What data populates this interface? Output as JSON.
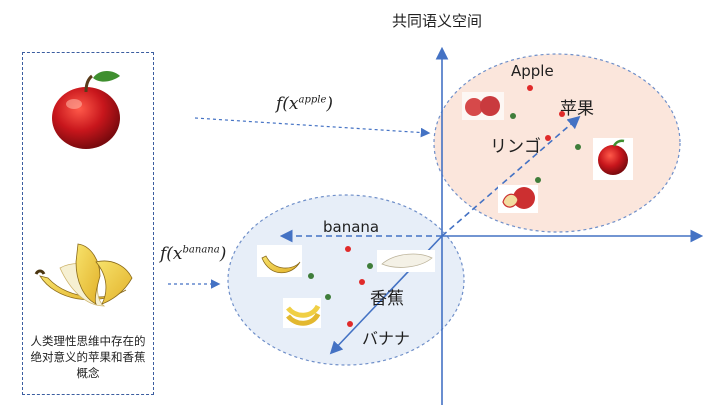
{
  "title": "共同语义空间",
  "concept_text": "人类理性思维中存在的绝对意义的苹果和香蕉概念",
  "mapping": {
    "apple_fn_prefix": "f(x",
    "apple_fn_sup": "apple",
    "apple_fn_suffix": ")",
    "banana_fn_prefix": "f(x",
    "banana_fn_sup": "banana",
    "banana_fn_suffix": ")"
  },
  "apple_cluster": {
    "label_en": "Apple",
    "label_zh": "苹果",
    "label_ja": "リンゴ",
    "fill": "#fbe6dc"
  },
  "banana_cluster": {
    "label_en": "banana",
    "label_zh": "香蕉",
    "label_ja": "バナナ",
    "fill": "#e7eef8"
  },
  "colors": {
    "axis": "#4472c4",
    "red_dot": "#e02a2a",
    "green_dot": "#3f7d3a",
    "box_border": "#3b5da0"
  },
  "icons": [
    "red-apple-icon",
    "banana-bunch-icon",
    "apple-photo-icon",
    "banana-photo-icon"
  ]
}
